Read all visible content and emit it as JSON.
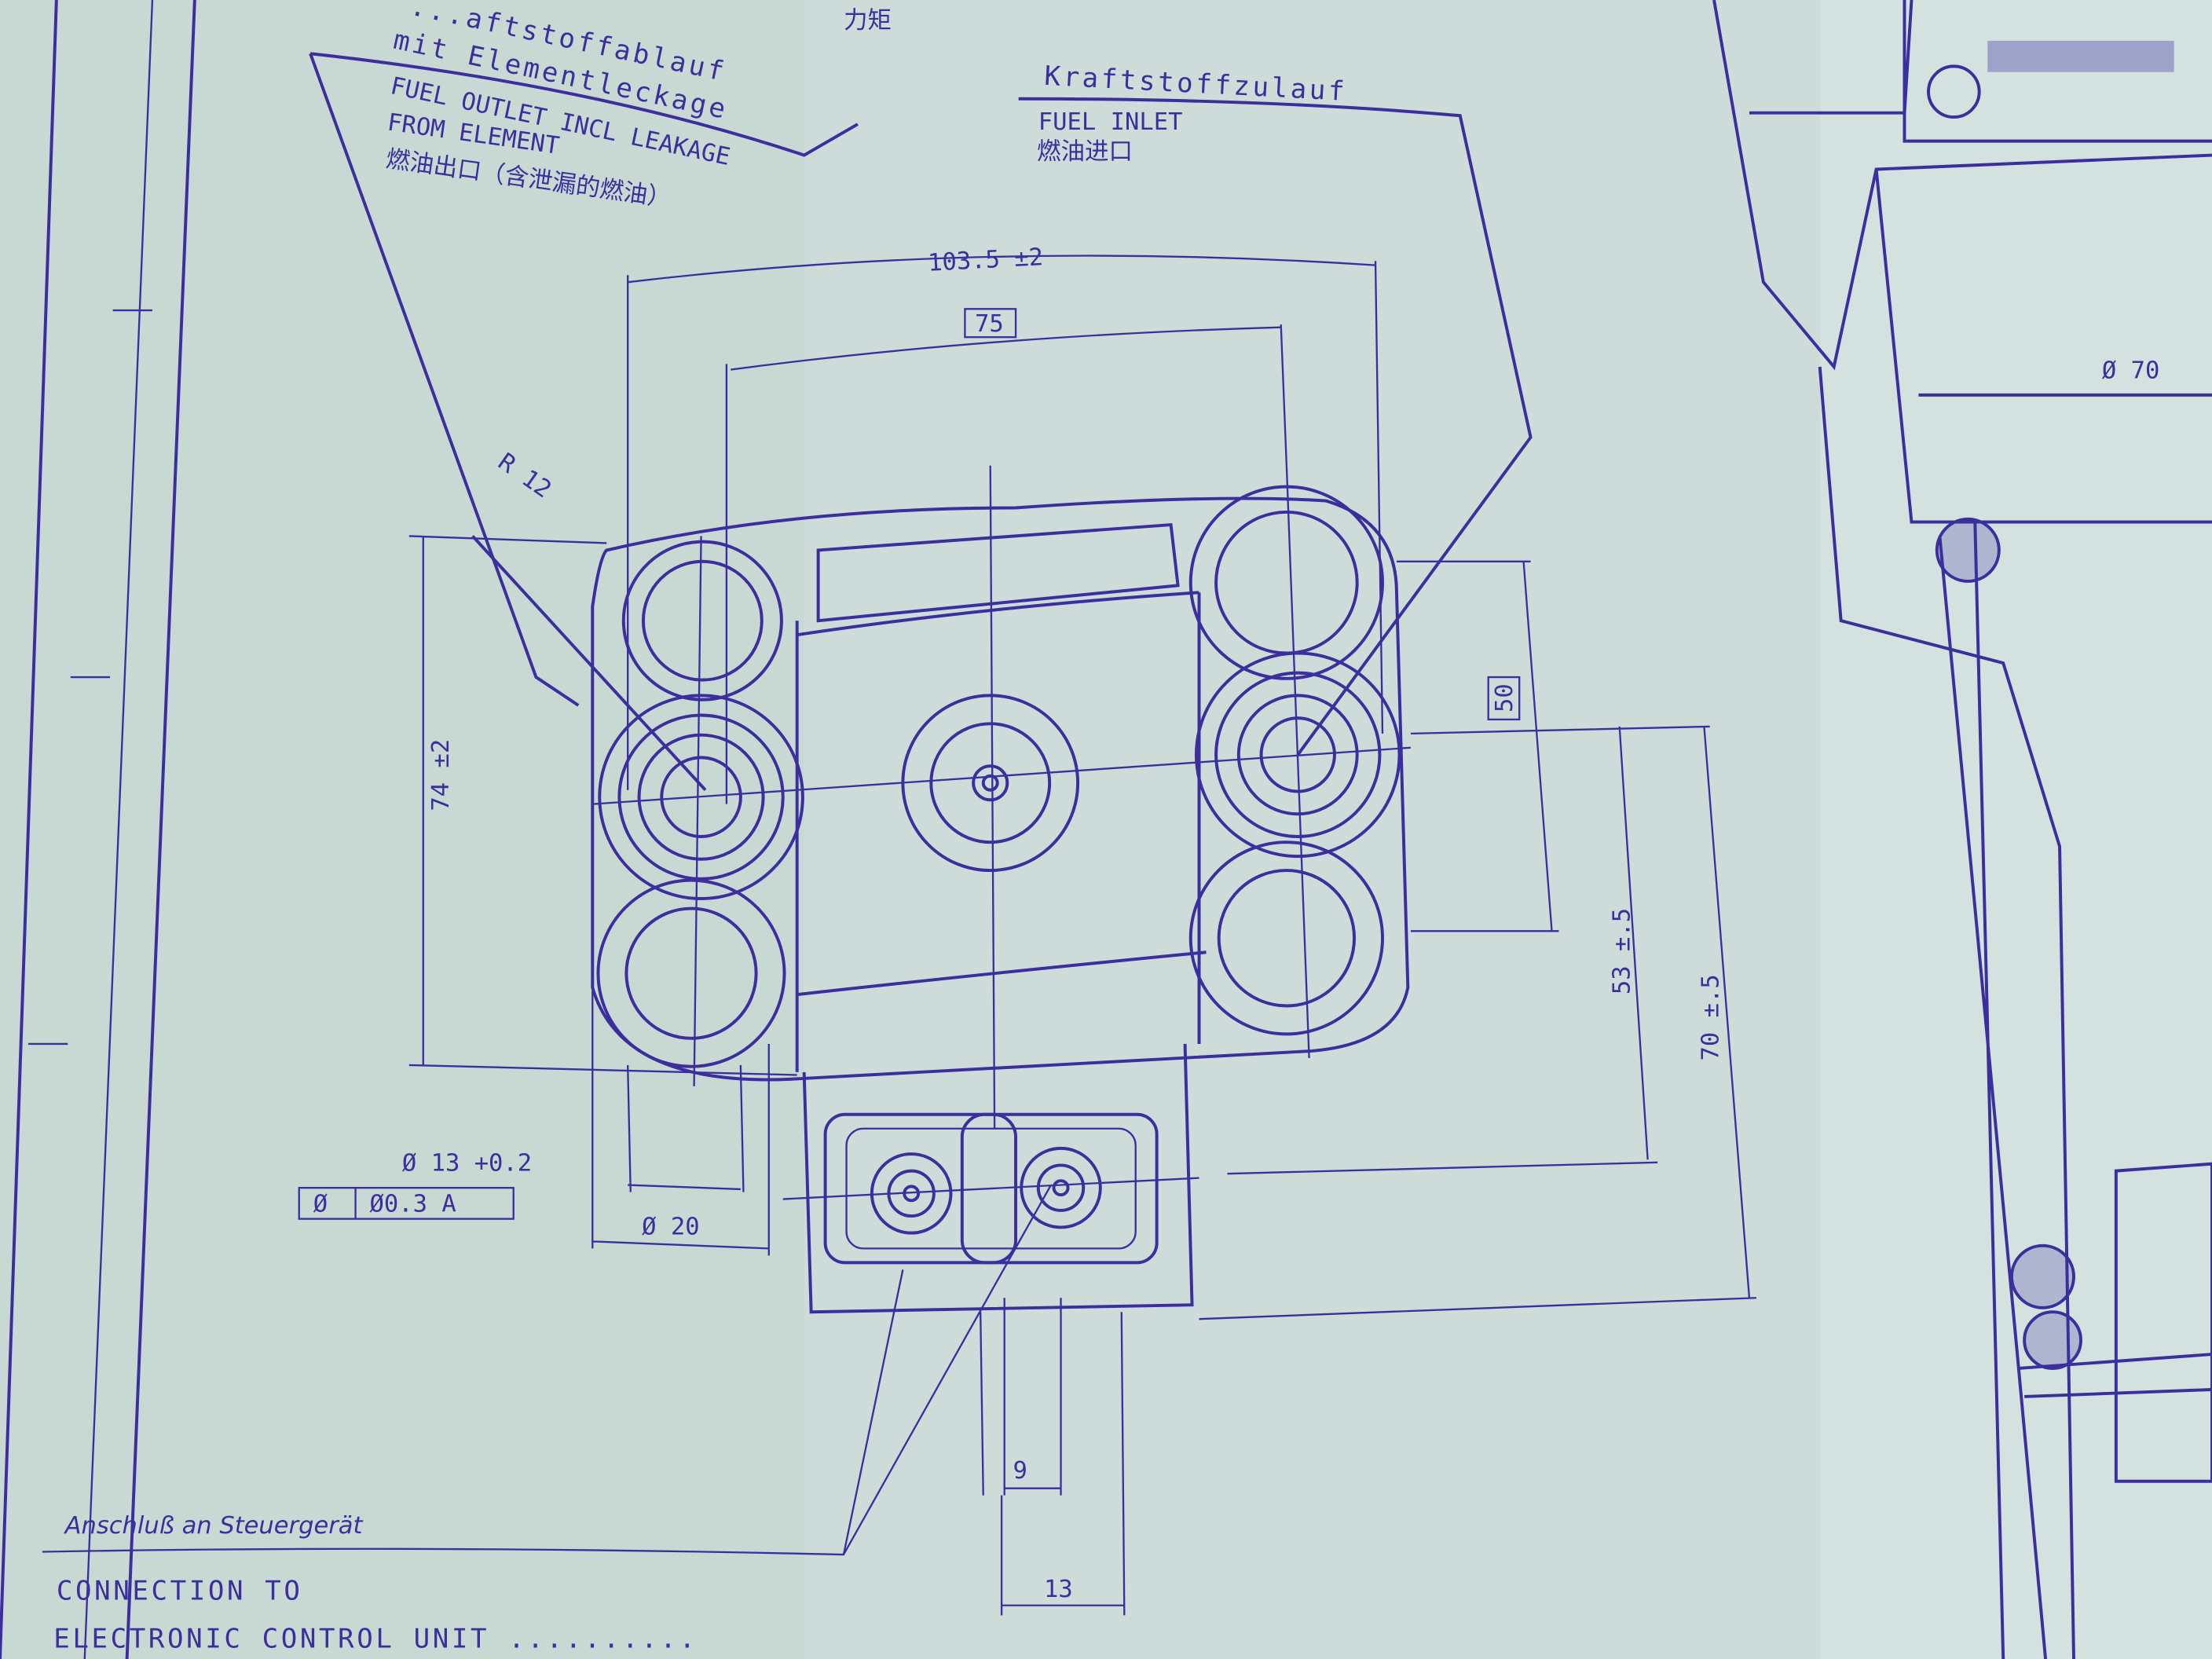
{
  "colors": {
    "paper": "#c8d8d2",
    "ink": "#3b2f9e"
  },
  "labels": {
    "outlet_de_1": "...aftstoffablauf",
    "outlet_de_2": "mit Elementleckage",
    "outlet_en_1": "FUEL OUTLET INCL LEAKAGE",
    "outlet_en_2": "FROM ELEMENT",
    "outlet_cn": "燃油出口（含泄漏的燃油）",
    "top_cn": "力矩",
    "inlet_de": "Kraftstoffzulauf",
    "inlet_en": "FUEL INLET",
    "inlet_cn": "燃油进口",
    "connection_de": "Anschluß an Steuergerät",
    "connection_en_1": "CONNECTION TO",
    "connection_en_2": "ELECTRONIC CONTROL UNIT .........."
  },
  "dimensions": {
    "width_overall": "103.5 ±2",
    "width_basic": "75",
    "radius": "R 12",
    "height_left": "74 ±2",
    "spacing_basic": "50",
    "height_53": "53 ±.5",
    "height_70": "70 ±.5",
    "diameter_70": "Ø 70",
    "bore_diameter": "Ø 13 +0.2",
    "tolerance_symbol": "Ø",
    "tolerance_value": "Ø0.3 A",
    "boss_diameter": "Ø 20",
    "pin_spacing": "9",
    "connector_width": "13"
  }
}
